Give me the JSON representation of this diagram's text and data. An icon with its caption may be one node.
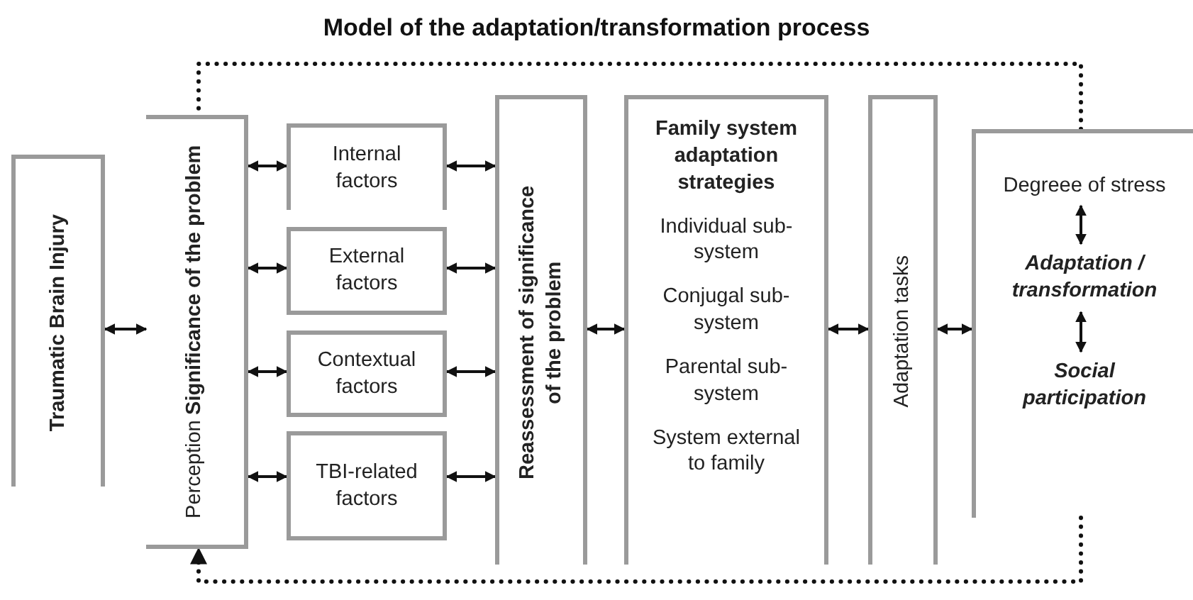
{
  "diagram": {
    "title": "Model of the adaptation/transformation process",
    "nodes": [
      {
        "text": [
          "Traumatic Brain Injury"
        ]
      },
      {
        "text": [
          "Perception",
          "Significance of the problem"
        ]
      },
      {
        "text": [
          "Internal factors"
        ]
      },
      {
        "text": [
          "External factors"
        ]
      },
      {
        "text": [
          "Contextual factors"
        ]
      },
      {
        "text": [
          "TBI-related factors"
        ]
      },
      {
        "text": [
          "Reassessment of significance of the problem"
        ]
      },
      {
        "text": [
          "Family system adaptation strategies",
          "Individual sub-system",
          "Conjugal sub-system",
          "Parental sub-system",
          "System external to family"
        ]
      },
      {
        "text": [
          "Adaptation tasks"
        ]
      },
      {
        "text": [],
        "shape": "box"
      },
      {
        "text": [
          "Degreee of stress"
        ],
        "in": 9
      },
      {
        "text": [
          "Adaptation / transformation"
        ],
        "in": 9
      },
      {
        "text": [
          "Social participation"
        ],
        "in": 9
      }
    ],
    "edges": [
      {
        "from": 0,
        "to": 1,
        "arrow": "both"
      },
      {
        "from": 1,
        "to": 2,
        "arrow": "both"
      },
      {
        "from": 1,
        "to": 3,
        "arrow": "both"
      },
      {
        "from": 1,
        "to": 4,
        "arrow": "both"
      },
      {
        "from": 1,
        "to": 5,
        "arrow": "both"
      },
      {
        "from": 2,
        "to": 6,
        "arrow": "both"
      },
      {
        "from": 3,
        "to": 6,
        "arrow": "both"
      },
      {
        "from": 4,
        "to": 6,
        "arrow": "both"
      },
      {
        "from": 5,
        "to": 6,
        "arrow": "both"
      },
      {
        "from": 6,
        "to": 7,
        "arrow": "both"
      },
      {
        "from": 7,
        "to": 8,
        "arrow": "both"
      },
      {
        "from": 8,
        "to": 9,
        "arrow": "both"
      },
      {
        "from": 10,
        "to": 11,
        "arrow": "both"
      },
      {
        "from": 11,
        "to": 12,
        "arrow": "both"
      },
      {
        "from": 9,
        "to": 1,
        "arrow": "none",
        "style": "dashed"
      },
      {
        "from": 9,
        "to": 1,
        "arrow": "to",
        "style": "dashed"
      }
    ]
  }
}
